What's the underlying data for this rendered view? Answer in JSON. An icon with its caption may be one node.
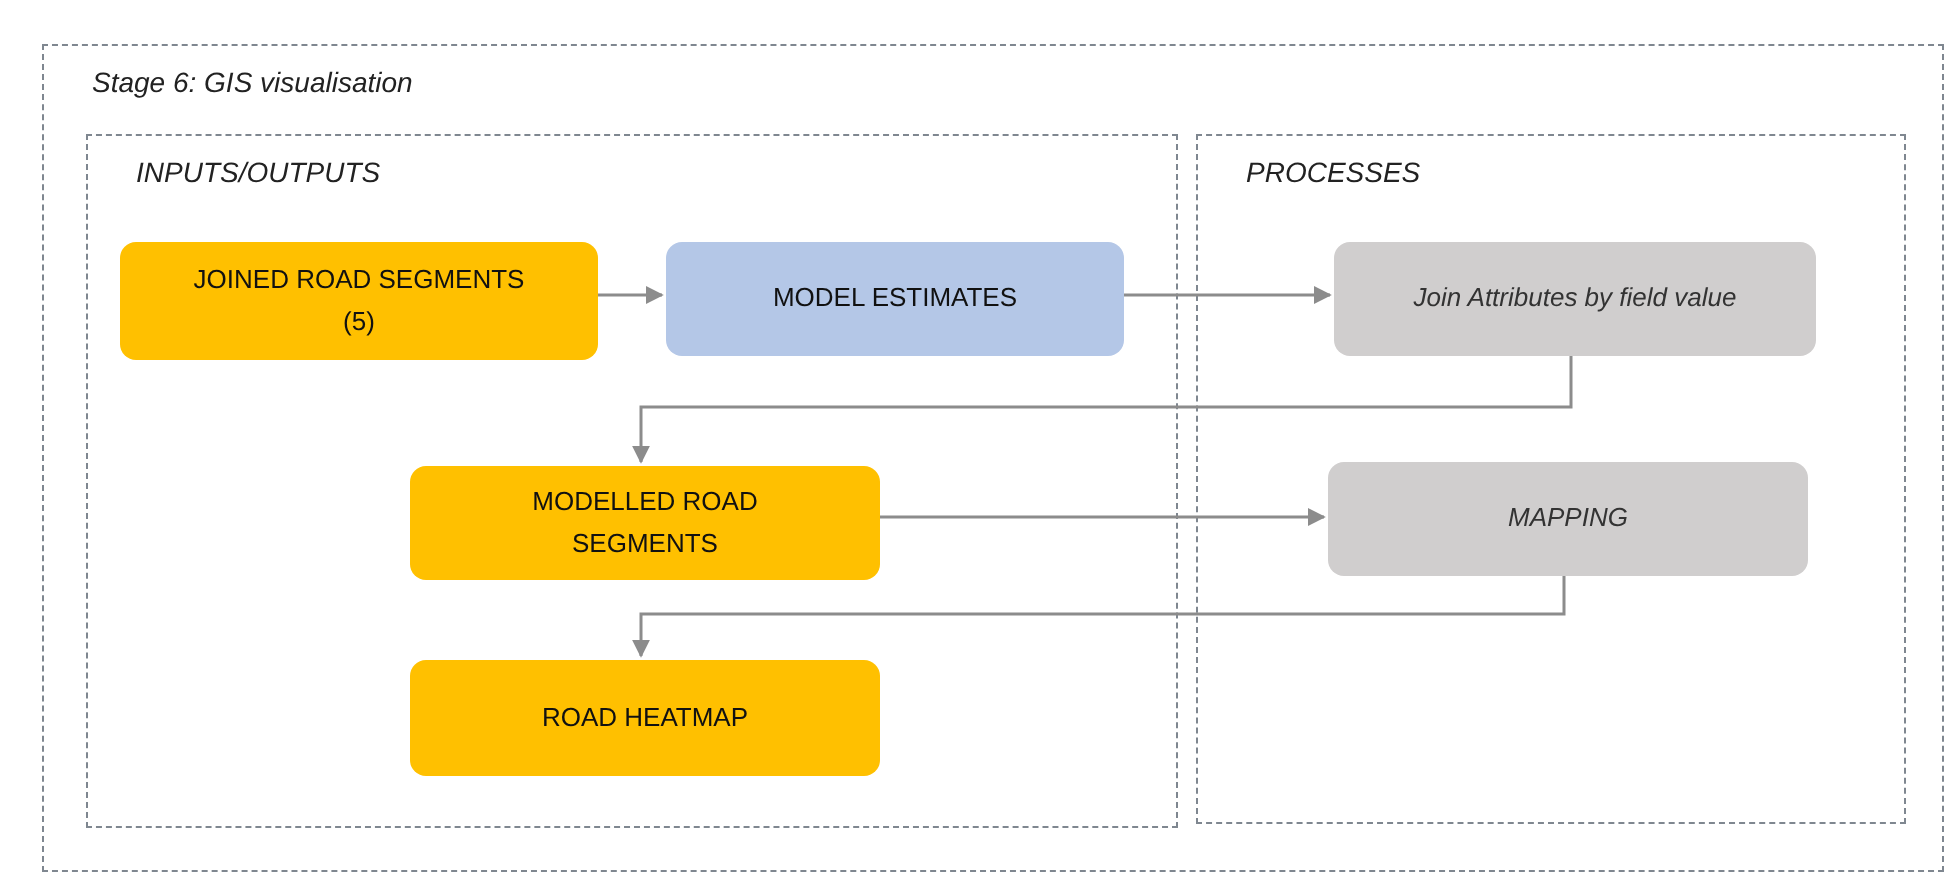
{
  "diagram": {
    "nodes": [
      {
        "text": [
          "Stage 6: GIS visualisation"
        ]
      },
      {
        "text": [
          "INPUTS/OUTPUTS"
        ],
        "in": 0
      },
      {
        "text": [
          "JOINED ROAD SEGMENTS (5)"
        ],
        "in": 1
      },
      {
        "text": [
          "MODEL ESTIMATES"
        ],
        "in": 1
      },
      {
        "text": [
          "MODELLED ROAD SEGMENTS"
        ],
        "in": 1
      },
      {
        "text": [
          "ROAD HEATMAP"
        ],
        "in": 1
      },
      {
        "text": [
          "PROCESSES"
        ],
        "in": 0
      },
      {
        "text": [
          "Join Attributes by field value"
        ],
        "in": 6
      },
      {
        "text": [
          "MAPPING"
        ],
        "in": 6
      }
    ],
    "edges": [
      {
        "from": 2,
        "to": 3,
        "arrow": "to"
      },
      {
        "from": 3,
        "to": 7,
        "arrow": "to"
      },
      {
        "from": 7,
        "to": 4,
        "arrow": "to"
      },
      {
        "from": 4,
        "to": 8,
        "arrow": "to"
      },
      {
        "from": 8,
        "to": 5,
        "arrow": "to"
      }
    ]
  }
}
